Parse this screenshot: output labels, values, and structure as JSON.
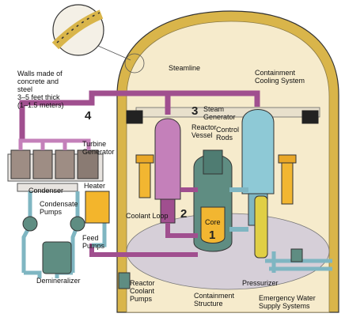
{
  "colors": {
    "containment_fill": "#f6ebcc",
    "containment_wall": "#d9b54a",
    "primary_loop": "#a04f8f",
    "steam_loop": "#c480ba",
    "water_pipe": "#7fb6c2",
    "vessel": "#5f8d82",
    "core": "#f2b631",
    "generator": "#8ec9d6",
    "heater": "#f3b52c",
    "pressurizer": "#e0cf45",
    "floor": "#d6cfd8",
    "outline": "#333333"
  },
  "labels": {
    "walls": "Walls made of\nconcrete and\nsteel\n3–5 feet thick\n(1–1.5 meters)",
    "steamline": "Steamline",
    "containment_cooling": "Containment\nCooling System",
    "steam_generator": "Steam\nGenerator",
    "reactor_vessel": "Reactor\nVessel",
    "control_rods": "Control\nRods",
    "turbine_generator": "Turbine\nGenerator",
    "heater": "Heater",
    "condenser": "Condenser",
    "condensate_pumps": "Condensate\nPumps",
    "coolant_loop": "Coolant Loop",
    "core": "Core",
    "feed_pumps": "Feed\nPumps",
    "demineralizer": "Demineralizer",
    "reactor_coolant_pumps": "Reactor\nCoolant\nPumps",
    "containment_structure": "Containment\nStructure",
    "pressurizer": "Pressurizer",
    "emergency_water": "Emergency Water\nSupply Systems"
  },
  "numbers": {
    "n1": "1",
    "n2": "2",
    "n3": "3",
    "n4": "4"
  }
}
